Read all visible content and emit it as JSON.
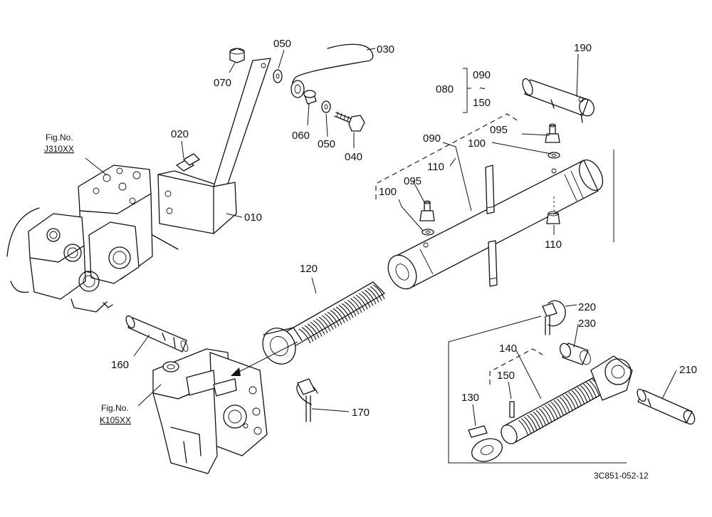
{
  "callouts": {
    "c010": "010",
    "c020": "020",
    "c030": "030",
    "c040": "040",
    "c050a": "050",
    "c050b": "050",
    "c060": "060",
    "c070": "070",
    "c080": "080",
    "c090_range_start": "090",
    "c090_range_tilde": "~",
    "c090_range_end": "150",
    "c090": "090",
    "c095a": "095",
    "c095b": "095",
    "c100a": "100",
    "c100b": "100",
    "c110a": "110",
    "c110b": "110",
    "c120": "120",
    "c130": "130",
    "c140": "140",
    "c150": "150",
    "c160": "160",
    "c170": "170",
    "c190": "190",
    "c210": "210",
    "c220": "220",
    "c230": "230"
  },
  "figure_refs": {
    "top_label": "Fig.No.",
    "top_code": "J310XX",
    "bottom_label": "Fig.No.",
    "bottom_code": "K105XX"
  },
  "drawing_code": "3C851-052-12"
}
